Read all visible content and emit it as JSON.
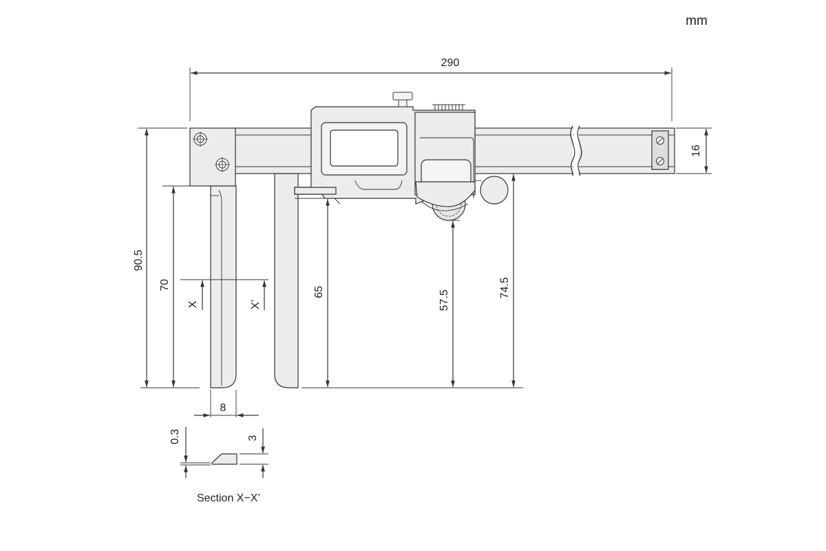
{
  "unit": "mm",
  "dimensions": {
    "overall_length": "290",
    "beam_height": "16",
    "total_height": "90.5",
    "fixed_jaw_depth": "70",
    "slider_jaw_depth": "65",
    "thumbwheel_clearance": "57.5",
    "roller_clearance": "74.5",
    "jaw_width": "8",
    "tip_thickness": "0.3",
    "blade_thickness": "3"
  },
  "section": {
    "mark_left": "X",
    "mark_right": "X’",
    "caption": "Section X−X’"
  }
}
